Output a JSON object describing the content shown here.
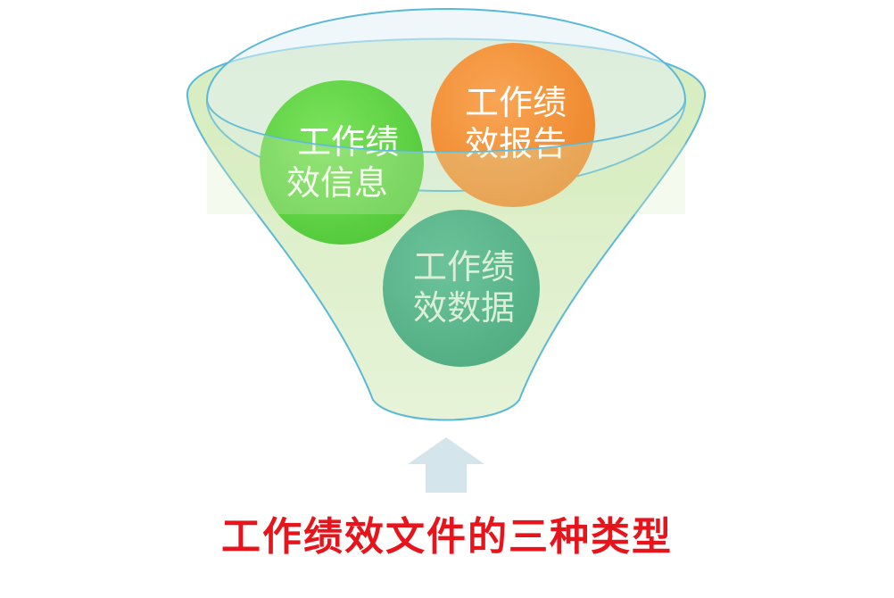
{
  "circles": [
    {
      "id": "info",
      "line1": "工作绩",
      "line2": "效信息",
      "color": "#66d94a"
    },
    {
      "id": "report",
      "line1": "工作绩",
      "line2": "效报告",
      "color": "#f5953c"
    },
    {
      "id": "data",
      "line1": "工作绩",
      "line2": "效数据",
      "color": "#5fb98e"
    }
  ],
  "caption": "工作绩效文件的三种类型",
  "colors": {
    "funnel_fill": "#dcefc4",
    "funnel_stroke": "#5ab8d8",
    "rim_fill": "#e3f1f6",
    "arrow": "#d4e6ec",
    "caption": "#e8141c"
  }
}
